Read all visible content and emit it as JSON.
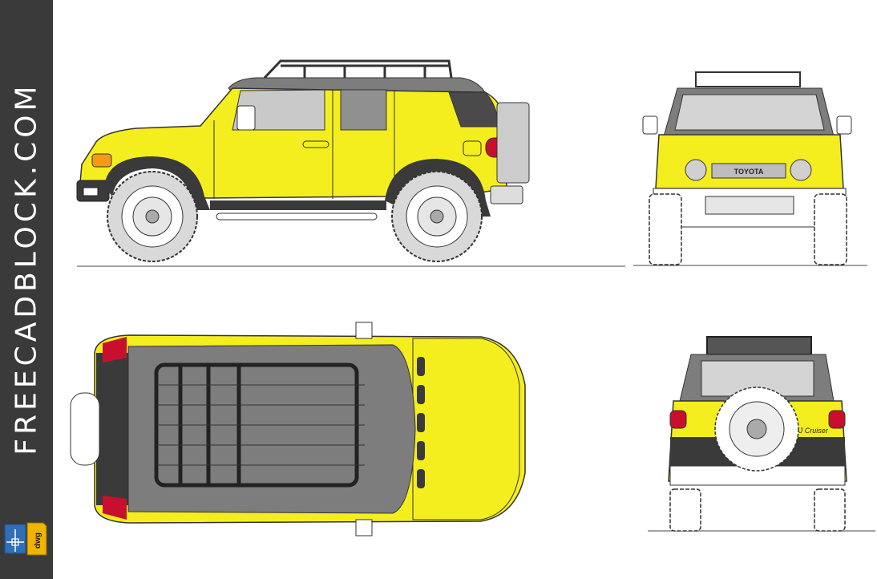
{
  "sidebar": {
    "brand_text": "FREECADBLOCK.COM",
    "logo_icon": "dwg-file-icon",
    "logo_label": "dwg",
    "background_color": "#3a3a3a",
    "text_color": "#ffffff"
  },
  "drawing": {
    "subject": "Toyota FJ Cruiser blueprint",
    "grille_badge": "TOYOTA",
    "rear_badge": "FJ Cruiser",
    "body_color": "#f5ee1f",
    "roof_color": "#7d7d7d",
    "trim_color": "#3a3a3a"
  }
}
